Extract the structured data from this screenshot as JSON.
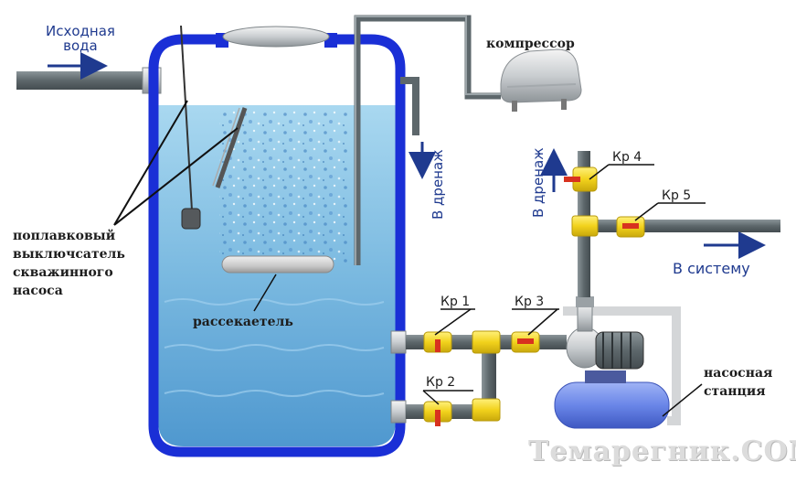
{
  "labels": {
    "source_water_line1": "Исходная",
    "source_water_line2": "вода",
    "compressor": "компрессор",
    "drain_1": "В дренаж",
    "drain_2": "В дренаж",
    "to_system": "В систему",
    "float_switch_line1": "поплавковый",
    "float_switch_line2": "выключсатель",
    "float_switch_line3": "скважинного",
    "float_switch_line4": "насоса",
    "diffuser": "рассекаетель",
    "pump_station_line1": "насосная",
    "pump_station_line2": "станция",
    "valve_1": "Кр 1",
    "valve_2": "Кр 2",
    "valve_3": "Кр 3",
    "valve_4": "Кр 4",
    "valve_5": "Кр 5",
    "watermark": "Темарегник.СОМ"
  },
  "colors": {
    "tank_wall": "#1a2fd6",
    "water": "#7fbde0",
    "pipe": "#5f6a6f",
    "valve_body": "#f2d21c",
    "valve_handle": "#d8321f",
    "pump_tank": "#6a86e8",
    "arrow": "#1f3a8f"
  }
}
